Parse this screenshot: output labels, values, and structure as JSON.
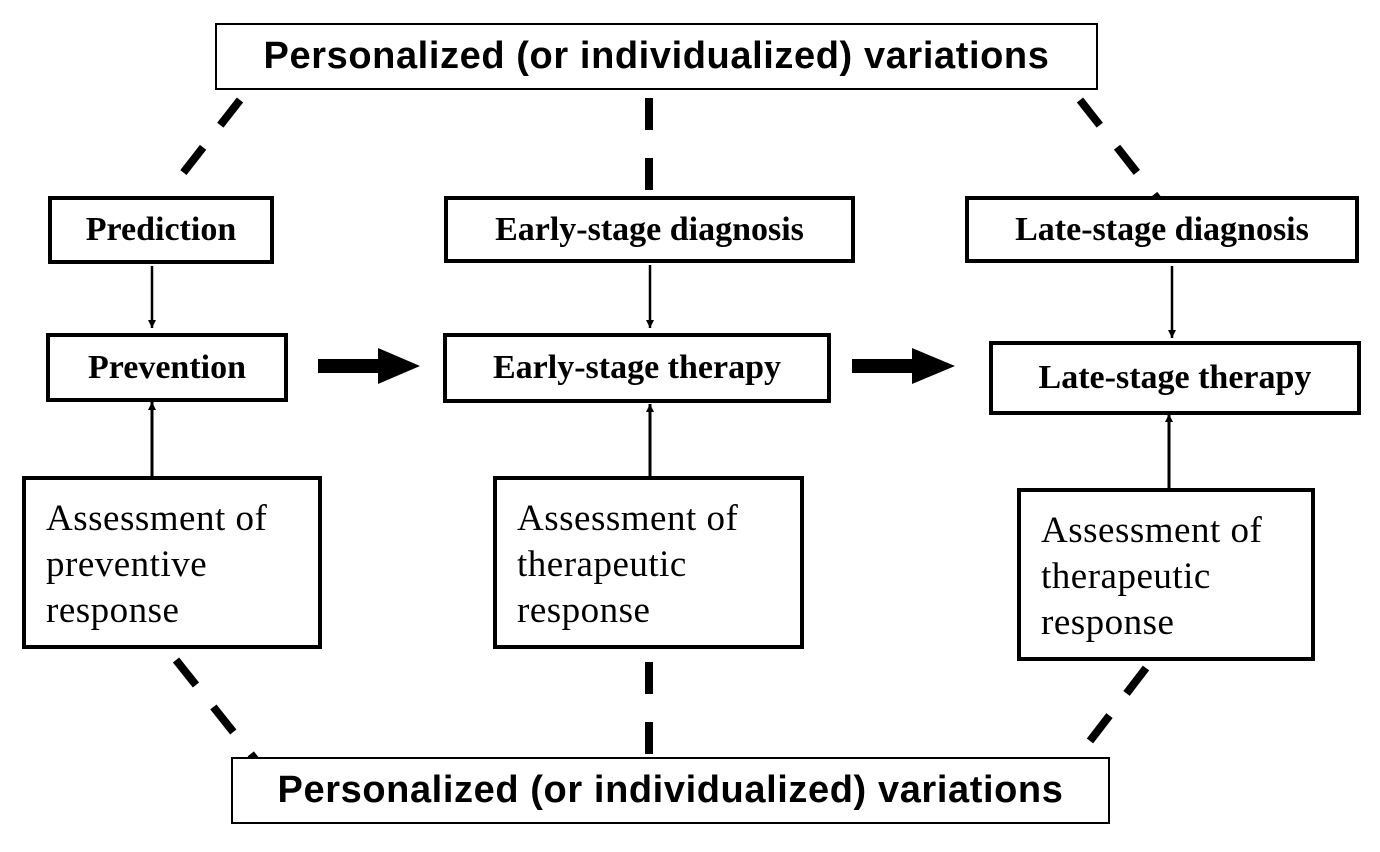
{
  "top_banner": {
    "label": "Personalized (or individualized) variations"
  },
  "bottom_banner": {
    "label": "Personalized (or individualized) variations"
  },
  "columns": [
    {
      "top_label": "Prediction",
      "therapy_label": "Prevention",
      "assessment_lines": [
        "Assessment of",
        "preventive",
        "response"
      ]
    },
    {
      "top_label": "Early-stage diagnosis",
      "therapy_label": "Early-stage therapy",
      "assessment_lines": [
        "Assessment of",
        "therapeutic",
        "response"
      ]
    },
    {
      "top_label": "Late-stage diagnosis",
      "therapy_label": "Late-stage therapy",
      "assessment_lines": [
        "Assessment of",
        "therapeutic",
        "response"
      ]
    }
  ],
  "colors": {
    "stroke": "#000000",
    "background": "#ffffff",
    "text": "#000000"
  }
}
